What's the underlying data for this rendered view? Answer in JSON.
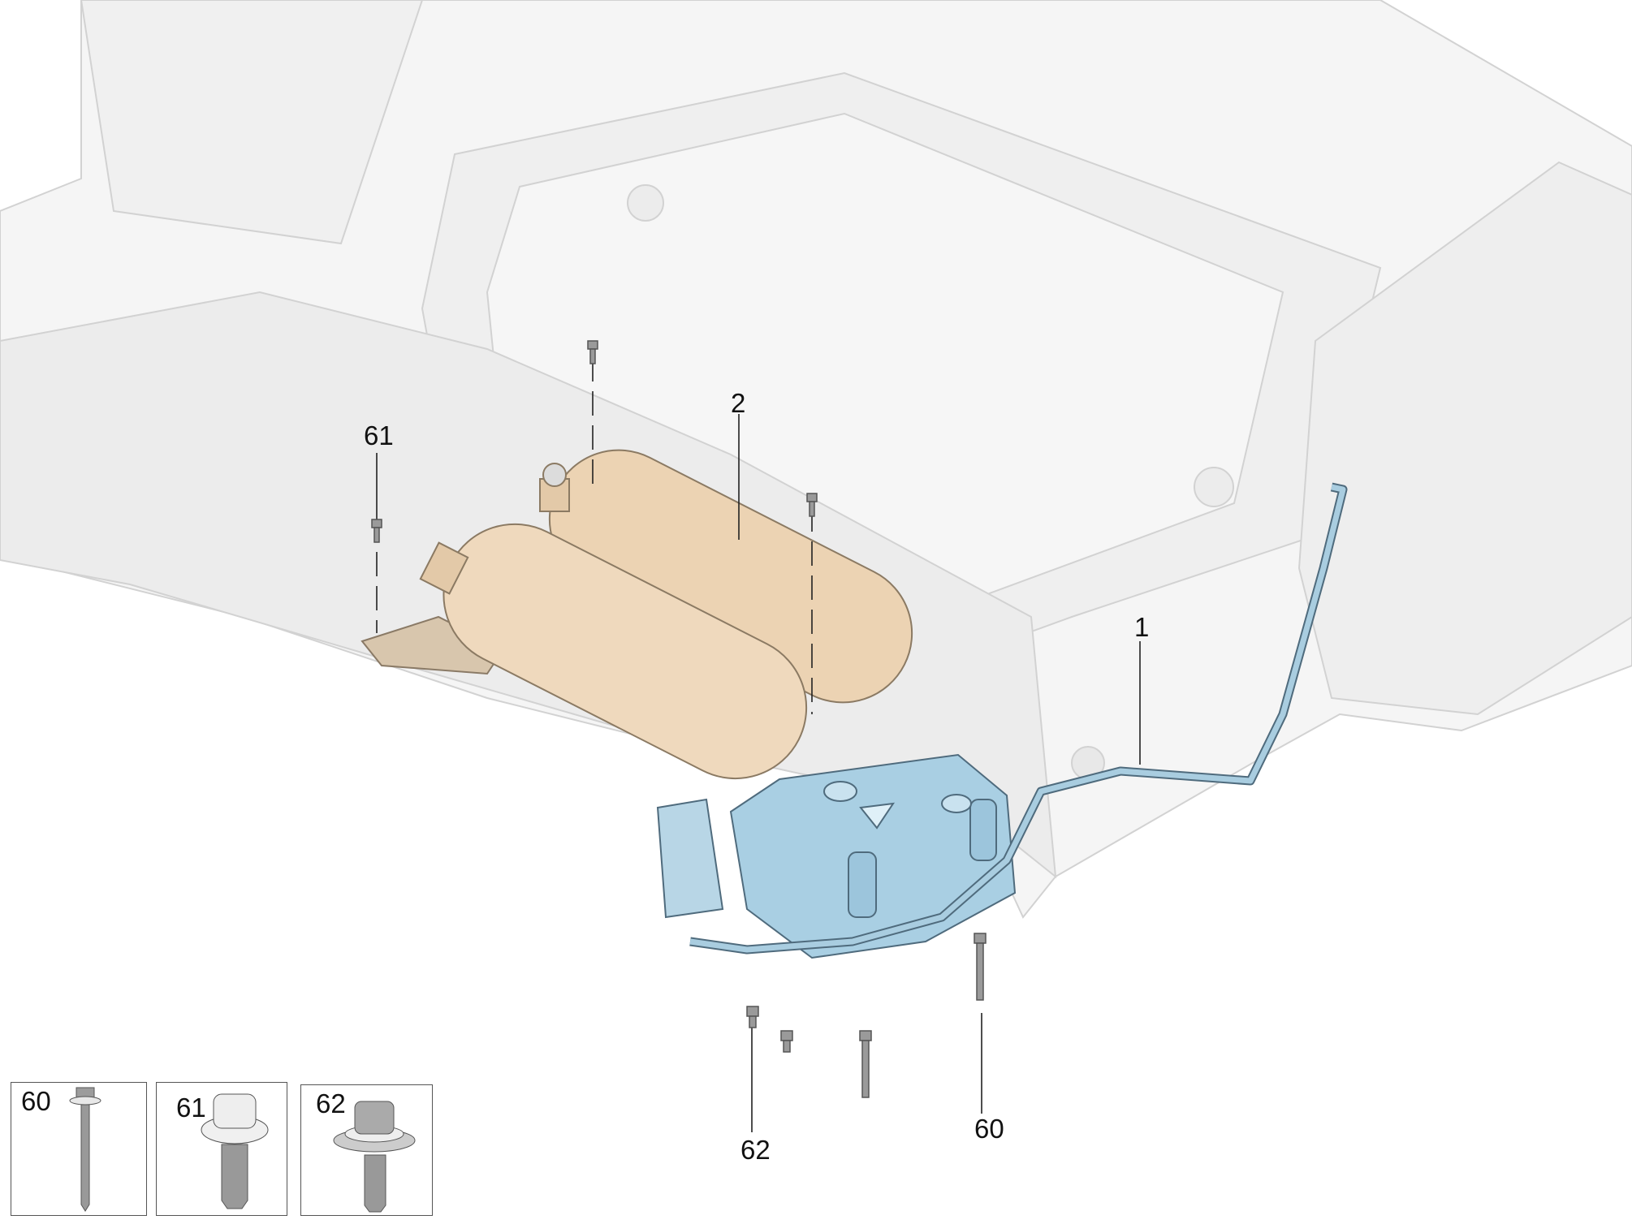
{
  "diagram": {
    "callouts": {
      "hose_line": "1",
      "pressure_reservoir": "2",
      "bolt_60": "60",
      "bolt_61": "61",
      "bolt_62": "62"
    },
    "insets": [
      {
        "label": "60"
      },
      {
        "label": "61"
      },
      {
        "label": "62"
      }
    ],
    "colors": {
      "chassis": "#f4f4f4",
      "chassis_line": "#cfcfcf",
      "reservoir": "#ecd3b3",
      "compressor": "#a9cfe3",
      "hose": "#8fb3c9",
      "bolt": "#9a9a9a"
    }
  }
}
